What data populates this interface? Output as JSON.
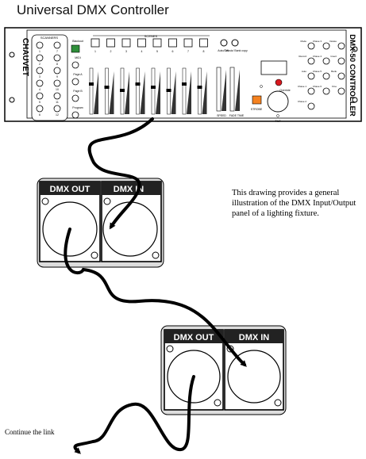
{
  "title": "Universal DMX Controller",
  "controller": {
    "brand": "CHAUVET",
    "model": "DMX-50 CONTROLLER",
    "scanners_label": "SCANNERS",
    "scenes_label": "SCENES",
    "scanner_numbers": [
      "1",
      "2",
      "3",
      "4",
      "5",
      "6",
      "7",
      "8",
      "9",
      "10",
      "11",
      "12"
    ],
    "scene_numbers": [
      "1",
      "2",
      "3",
      "4",
      "5",
      "6",
      "7",
      "8"
    ],
    "left_labels": [
      "Blackout",
      "MIDI",
      "Page A",
      "Page B",
      "Program"
    ],
    "mid_labels": [
      "Auto/Del",
      "Music/ Bank copy"
    ],
    "speed_label": "SPEED",
    "fade_label": "FADE TIME",
    "override_label": "Override",
    "strobe_label": "STROBE",
    "tilt_label": "TILT",
    "right_labels": [
      "Mode",
      "Record",
      "Auto",
      "Chase 1",
      "Chase 2",
      "Chase 3",
      "Chase 4",
      "Chase 5",
      "Chase 6",
      "Delete",
      "Insert",
      "Bank",
      "Fine"
    ]
  },
  "panels": [
    {
      "out_label": "DMX OUT",
      "in_label": "DMX IN"
    },
    {
      "out_label": "DMX OUT",
      "in_label": "DMX IN"
    }
  ],
  "note": "This drawing provides a general illustration of the DMX Input/Output panel of a lighting fixture.",
  "continue_label": "Continue the link"
}
